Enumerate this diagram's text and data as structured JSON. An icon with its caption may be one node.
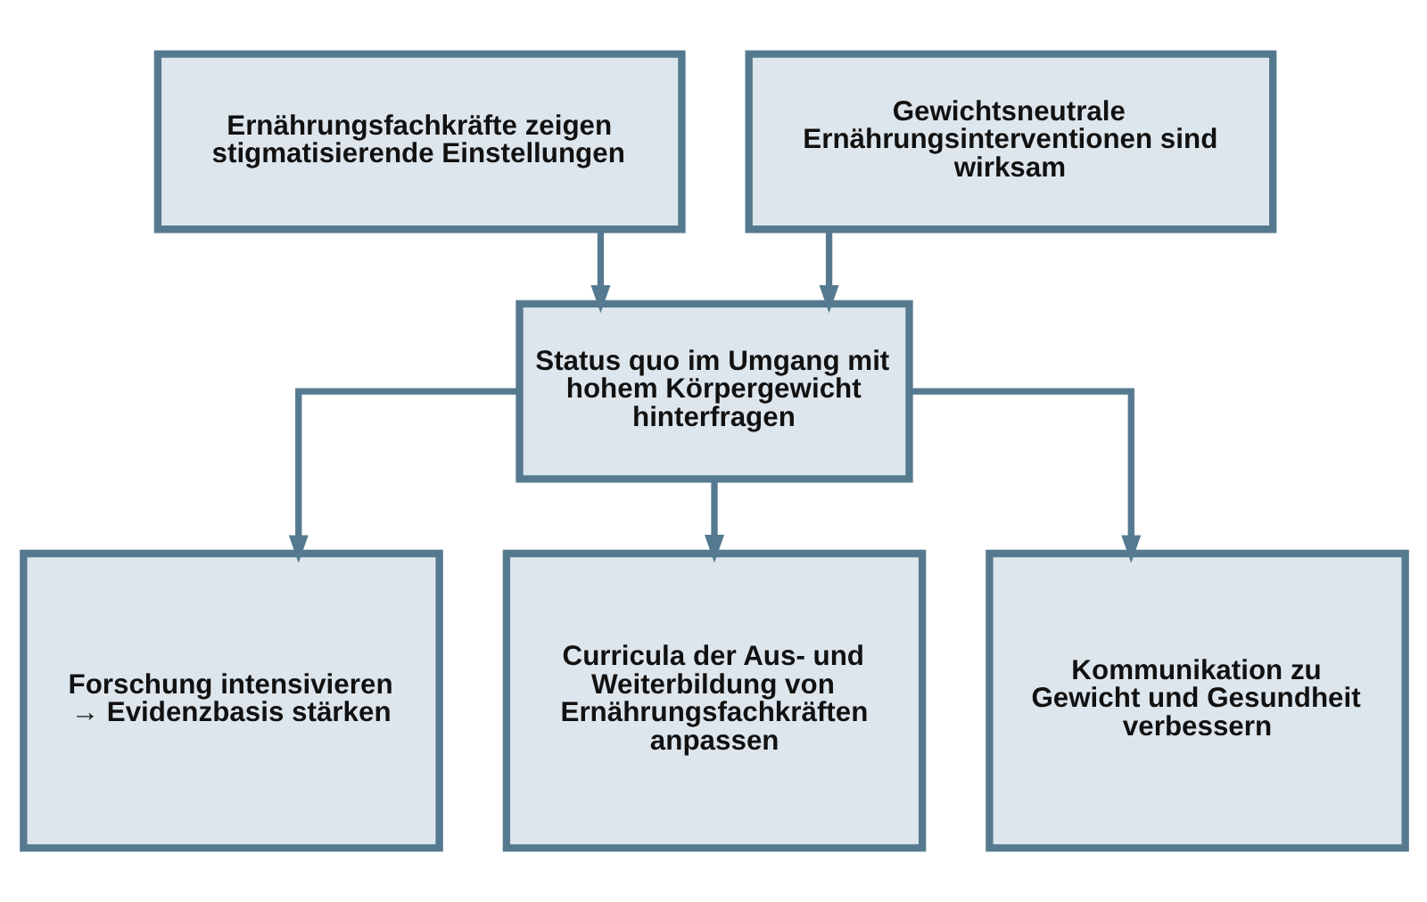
{
  "diagram": {
    "nodes": [
      {
        "text": [
          "Ernährungsfachkräfte zeigen stigmatisierende Einstellungen"
        ]
      },
      {
        "text": [
          "Gewichtsneutrale Ernährungsinterventionen sind wirksam"
        ]
      },
      {
        "text": [
          "Status quo im Umgang mit hohem Körpergewicht hinterfragen"
        ]
      },
      {
        "text": [
          "Forschung intensivieren → Evidenzbasis stärken"
        ]
      },
      {
        "text": [
          "Curricula der Aus- und Weiterbildung von Ernährungsfachkräften anpassen"
        ]
      },
      {
        "text": [
          "Kommunikation zu Gewicht und Gesundheit verbessern"
        ]
      }
    ],
    "edges": [
      {
        "from": 0,
        "to": 2,
        "arrow": "to"
      },
      {
        "from": 1,
        "to": 2,
        "arrow": "to"
      },
      {
        "from": 2,
        "to": 3,
        "arrow": "to"
      },
      {
        "from": 2,
        "to": 4,
        "arrow": "to"
      },
      {
        "from": 2,
        "to": 5,
        "arrow": "to"
      }
    ]
  }
}
